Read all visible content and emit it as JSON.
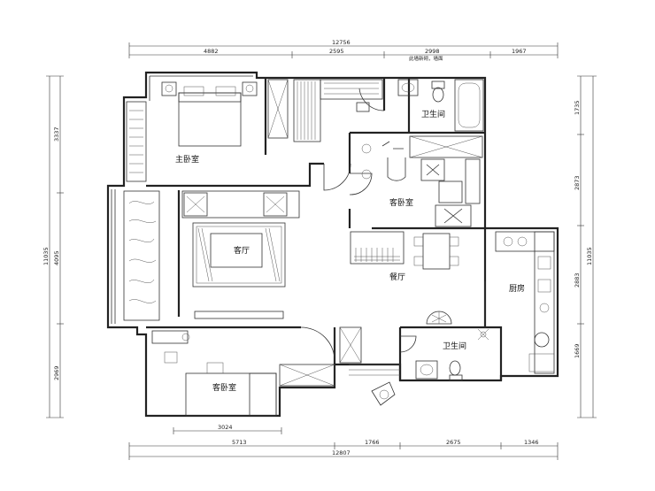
{
  "rooms": {
    "master_bedroom": "主卧室",
    "guest_bedroom_upper": "客卧室",
    "living_room": "客厅",
    "dining_room": "餐厅",
    "kitchen": "厨房",
    "bathroom_upper": "卫生间",
    "bathroom_lower": "卫生间",
    "guest_bedroom_lower": "客卧室"
  },
  "note_top": "此墙新砌，墙面",
  "dimensions": {
    "top_total": "12756",
    "top_segments": [
      "4882",
      "2595",
      "2998",
      "1967"
    ],
    "bottom_total": "12807",
    "bottom_segments": [
      "5713",
      "1766",
      "2675",
      "1346"
    ],
    "bottom_inner": "3024",
    "left_total": "11035",
    "left_segments": [
      "3337",
      "4095",
      "2969"
    ],
    "right_total": "11035",
    "right_segments": [
      "1735",
      "2873",
      "2883",
      "1669"
    ]
  }
}
